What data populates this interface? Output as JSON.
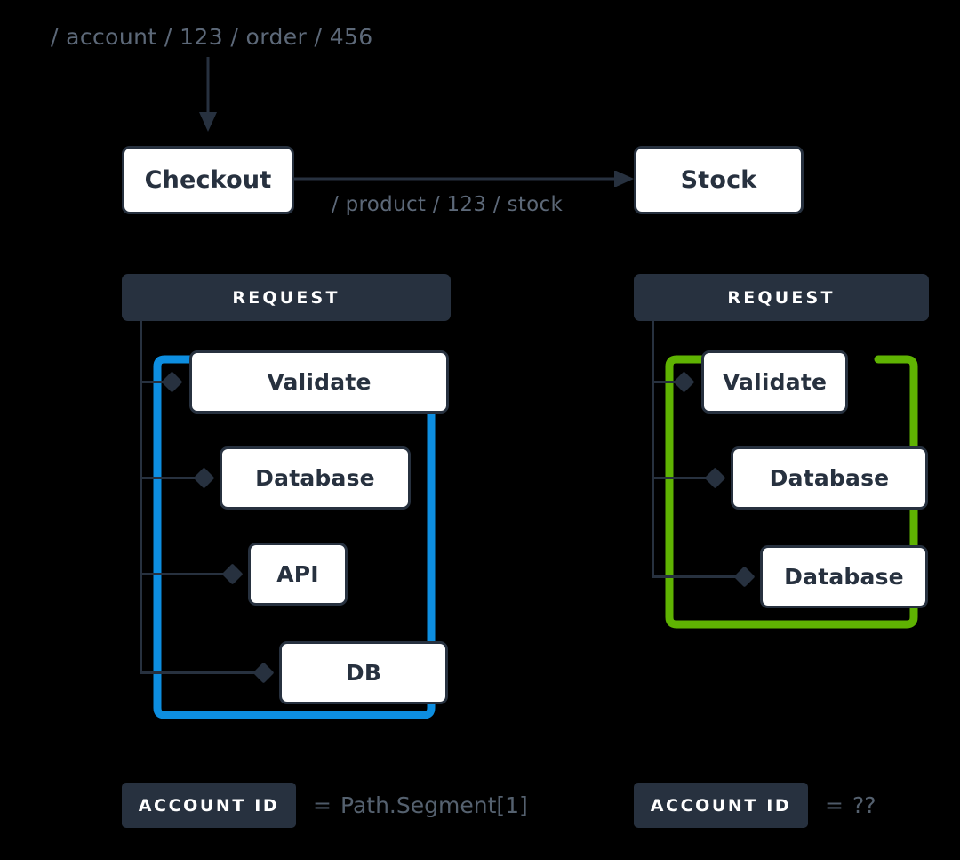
{
  "colors": {
    "background": "#000000",
    "dark": "#27313f",
    "muted_text": "#5c6878",
    "node_fill": "#ffffff",
    "highlight_blue": "#0d8ee0",
    "highlight_green": "#5fb302"
  },
  "top": {
    "request_path": "/ account / 123 / order / 456",
    "arrow_icon": "arrow-down-icon"
  },
  "services": {
    "source": {
      "label": "Checkout"
    },
    "target": {
      "label": "Stock"
    },
    "edge_label": "/ product / 123 / stock",
    "edge_arrow_icon": "arrow-right-icon"
  },
  "panels": [
    {
      "id": "left",
      "header": "REQUEST",
      "highlight_color": "#0d8ee0",
      "spans": [
        {
          "label": "Validate",
          "indent": 0
        },
        {
          "label": "Database",
          "indent": 1
        },
        {
          "label": "API",
          "indent": 2
        },
        {
          "label": "DB",
          "indent": 3
        }
      ],
      "account_id": {
        "chip": "ACCOUNT ID",
        "equals": "=",
        "value": "Path.Segment[1]"
      }
    },
    {
      "id": "right",
      "header": "REQUEST",
      "highlight_color": "#5fb302",
      "spans": [
        {
          "label": "Validate",
          "indent": 0
        },
        {
          "label": "Database",
          "indent": 1
        },
        {
          "label": "Database",
          "indent": 2
        }
      ],
      "account_id": {
        "chip": "ACCOUNT ID",
        "equals": "=",
        "value": "??"
      }
    }
  ]
}
